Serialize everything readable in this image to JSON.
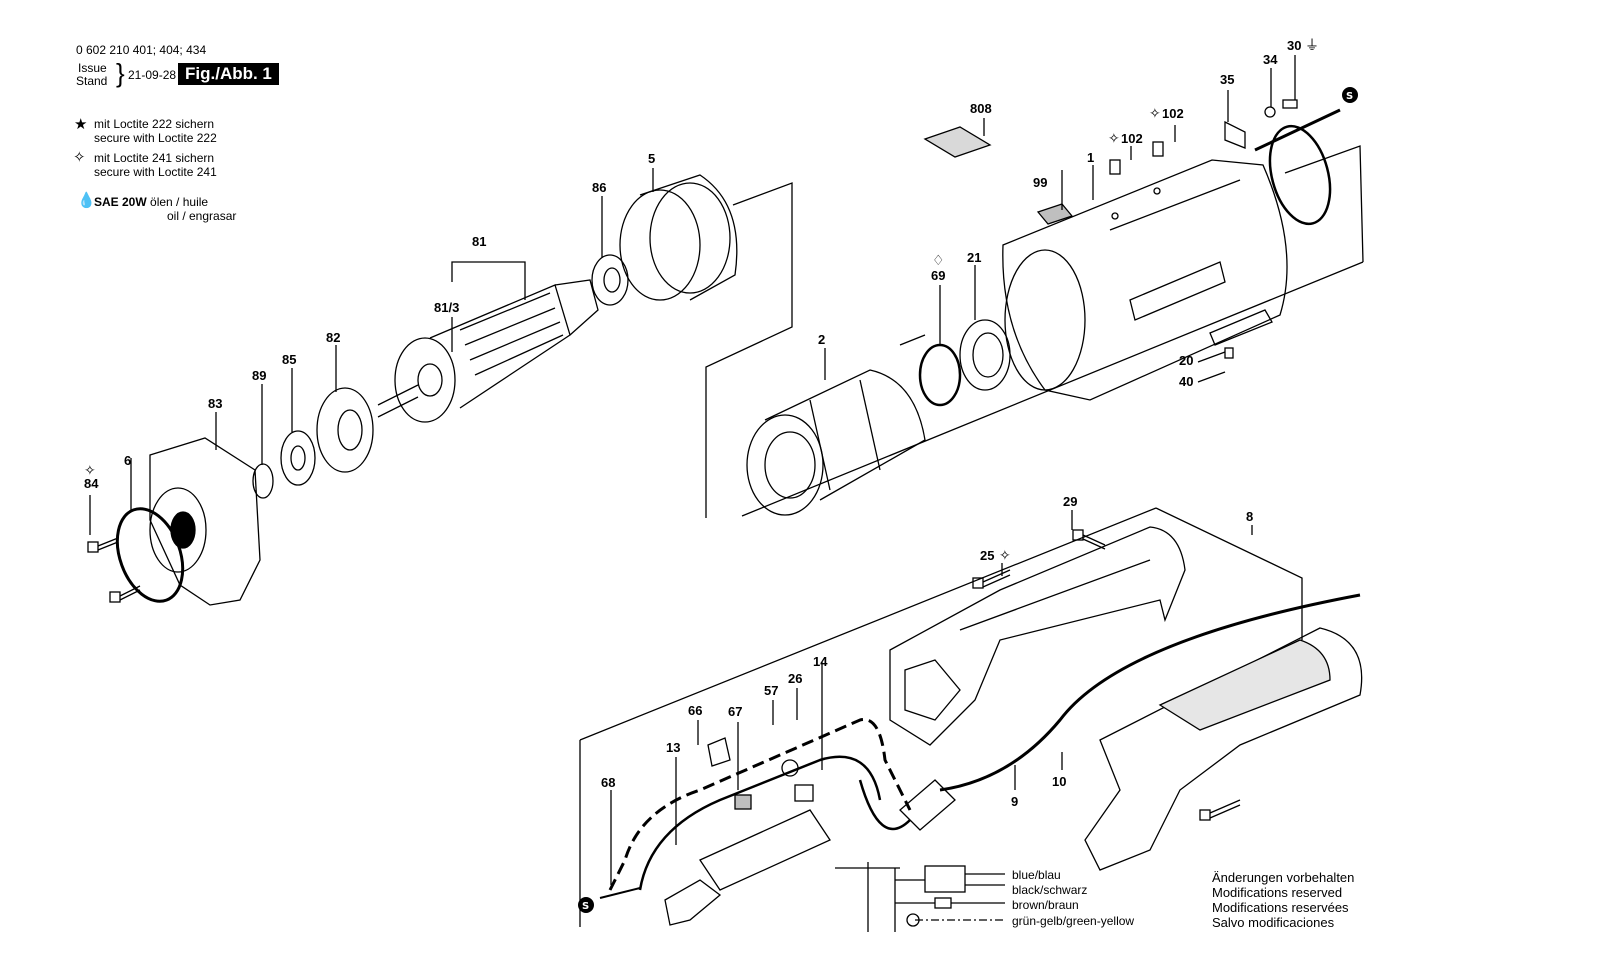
{
  "header": {
    "model_numbers": "0 602 210 401; 404; 434",
    "issue_label": "Issue",
    "stand_label": "Stand",
    "date": "21-09-28",
    "figure_badge": "Fig./Abb. 1"
  },
  "legend": [
    {
      "icon": "star-filled-icon",
      "line1": "mit Loctite 222 sichern",
      "line2": "secure with Loctite 222"
    },
    {
      "icon": "star-outline-icon",
      "line1": "mit Loctite 241 sichern",
      "line2": "secure with Loctite 241"
    },
    {
      "icon": "oil-drop-icon",
      "bold": "SAE 20W",
      "line1": "ölen / huile",
      "line2": "oil / engrasar"
    }
  ],
  "part_labels": {
    "p1": "1",
    "p2": "2",
    "p5": "5",
    "p6": "6",
    "p8": "8",
    "p9": "9",
    "p10": "10",
    "p13": "13",
    "p14": "14",
    "p20": "20",
    "p21": "21",
    "p25": "25",
    "p26": "26",
    "p29": "29",
    "p30": "30",
    "p34": "34",
    "p35": "35",
    "p40": "40",
    "p57": "57",
    "p66": "66",
    "p67": "67",
    "p68": "68",
    "p69": "69",
    "p81": "81",
    "p81_3": "81/3",
    "p82": "82",
    "p83": "83",
    "p84": "84",
    "p85": "85",
    "p86": "86",
    "p89": "89",
    "p99": "99",
    "p102a": "102",
    "p102b": "102",
    "p808": "808"
  },
  "wiring_legend": {
    "blue": "blue/blau",
    "black": "black/schwarz",
    "brown": "brown/braun",
    "green_yellow": "grün-gelb/green-yellow"
  },
  "notes": [
    "Änderungen vorbehalten",
    "Modifications reserved",
    "Modifications reservées",
    "Salvo modificaciones"
  ],
  "colors": {
    "ink": "#000000",
    "paper": "#ffffff",
    "shade": "#bfbfbf"
  }
}
